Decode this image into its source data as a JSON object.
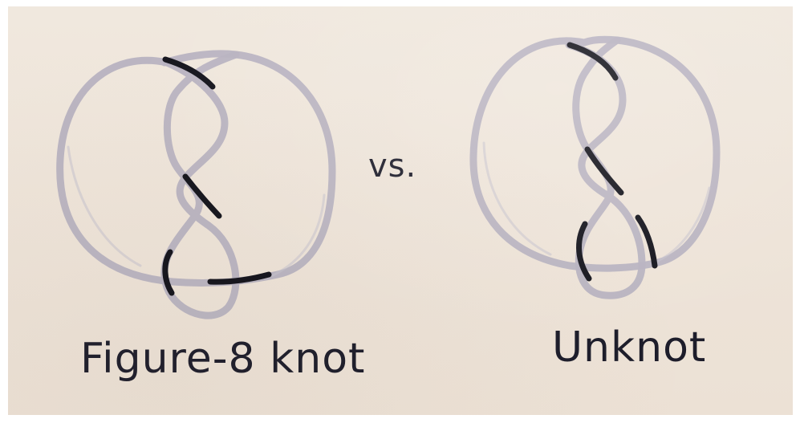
{
  "labels": {
    "left_caption": "Figure-8 knot",
    "middle_caption": "vs.",
    "right_caption": "Unknot"
  },
  "colors": {
    "paper": "#eee4d9",
    "pencil": "#b7b2c0",
    "marker": "#14141c"
  }
}
